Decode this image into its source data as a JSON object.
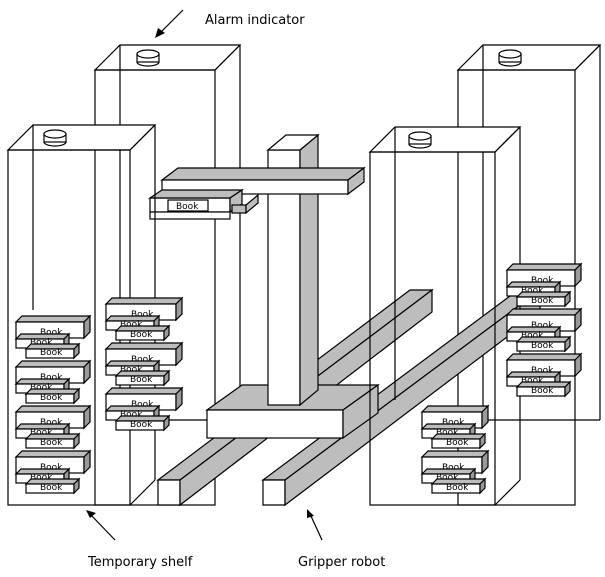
{
  "labels": {
    "alarm": "Alarm indicator",
    "temporary_shelf": "Temporary shelf",
    "gripper_robot": "Gripper robot"
  },
  "book_label": "Book"
}
